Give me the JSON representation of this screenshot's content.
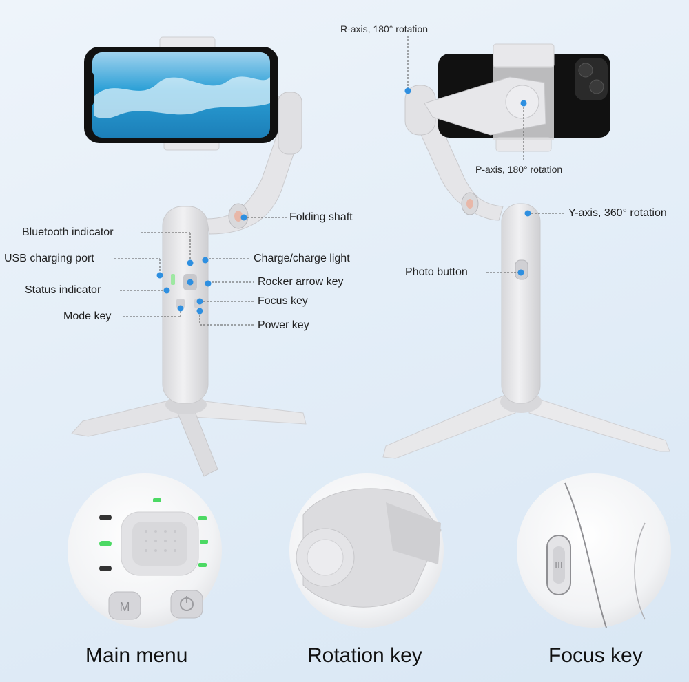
{
  "labels": {
    "r_axis": "R-axis, 180° rotation",
    "p_axis": "P-axis, 180° rotation",
    "y_axis": "Y-axis, 360°   rotation",
    "folding_shaft": "Folding shaft",
    "bluetooth_indicator": "Bluetooth indicator",
    "usb_charging_port": "USB charging port",
    "status_indicator": "Status indicator",
    "mode_key": "Mode key",
    "charge_light": "Charge/charge light",
    "rocker_arrow_key": "Rocker arrow key",
    "focus_key": "Focus key",
    "power_key": "Power key",
    "photo_button": "Photo button"
  },
  "captions": {
    "main_menu": "Main menu",
    "rotation_key": "Rotation key",
    "focus_key": "Focus key"
  },
  "button_glyphs": {
    "mode": "M",
    "focus_wheel": "III"
  },
  "colors": {
    "device_body": "#e6e6e8",
    "device_shadow": "#c9c9cc",
    "callout_dot": "#2e8fe0",
    "indicator_green": "#4cd964",
    "phone_black": "#111111",
    "water_blue": "#2a9fd6"
  }
}
